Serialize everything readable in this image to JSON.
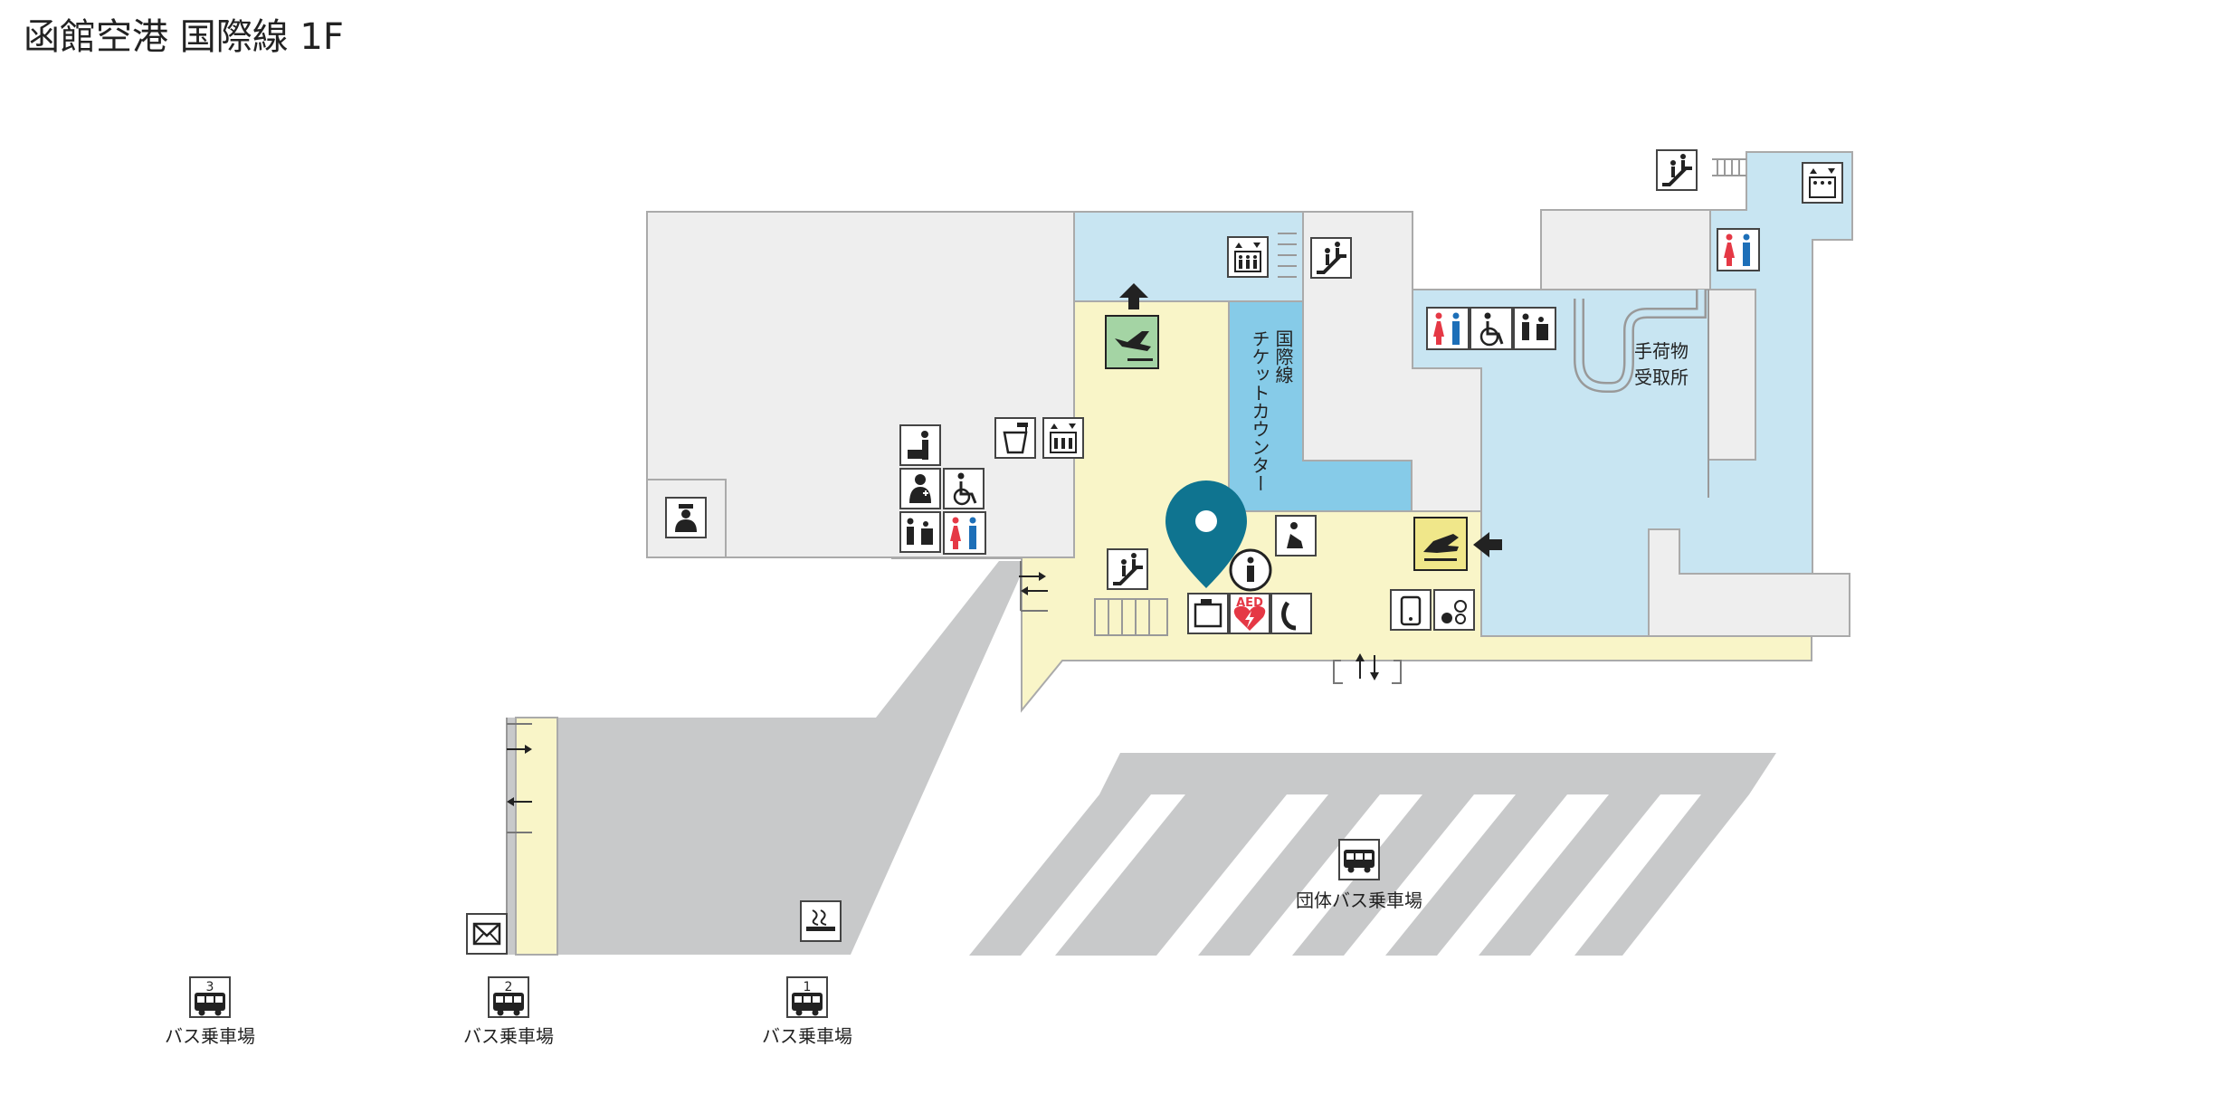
{
  "title": "函館空港 国際線 1F",
  "labels": {
    "ticket_counter_line1": "国際線",
    "ticket_counter_line2": "チケットカウンター",
    "baggage_claim_line1": "手荷物",
    "baggage_claim_line2": "受取所",
    "group_bus": "団体バス乗車場",
    "bus_stop": "バス乗車場",
    "aed": "AED"
  },
  "bus_stops": [
    {
      "number": "3",
      "label": "バス乗車場"
    },
    {
      "number": "2",
      "label": "バス乗車場"
    },
    {
      "number": "1",
      "label": "バス乗車場"
    }
  ],
  "colors": {
    "public_area": "#f9f5c8",
    "restricted_area": "#c8e5f2",
    "ticket_counter": "#86cbe8",
    "office": "#eeeeee",
    "outdoor": "#c8c9ca",
    "departure_sign": "#a4d4a4",
    "arrival_sign": "#f0e78a",
    "location_pin": "#0f7490",
    "aed_red": "#e53845",
    "restroom_female": "#e53845",
    "restroom_male": "#1d6fb8"
  }
}
